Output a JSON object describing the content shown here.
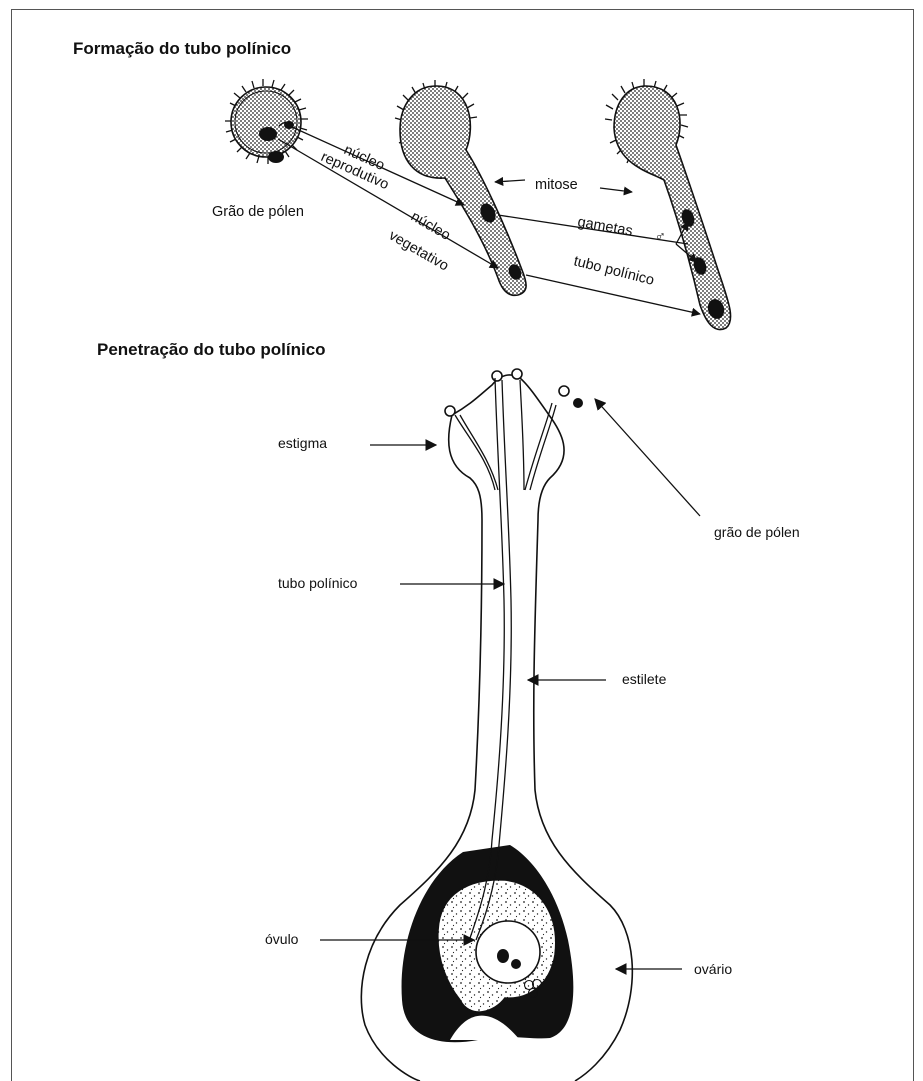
{
  "section1": {
    "title": "Formação do tubo polínico",
    "labels": {
      "pollen_grain": "Grão de pólen",
      "reproductive_nucleus_1": "núcleo",
      "reproductive_nucleus_2": "reprodutivo",
      "vegetative_nucleus_1": "núcleo",
      "vegetative_nucleus_2": "vegetativo",
      "mitosis": "mitose",
      "gametes": "gametas",
      "male_symbol": "♂",
      "pollen_tube": "tubo polínico"
    }
  },
  "section2": {
    "title": "Penetração do tubo polínico",
    "labels": {
      "stigma": "estigma",
      "pollen_grain": "grão de pólen",
      "pollen_tube": "tubo polínico",
      "style": "estilete",
      "ovule": "óvulo",
      "ovary": "ovário"
    }
  },
  "colors": {
    "ink": "#111111",
    "paper": "#ffffff"
  }
}
